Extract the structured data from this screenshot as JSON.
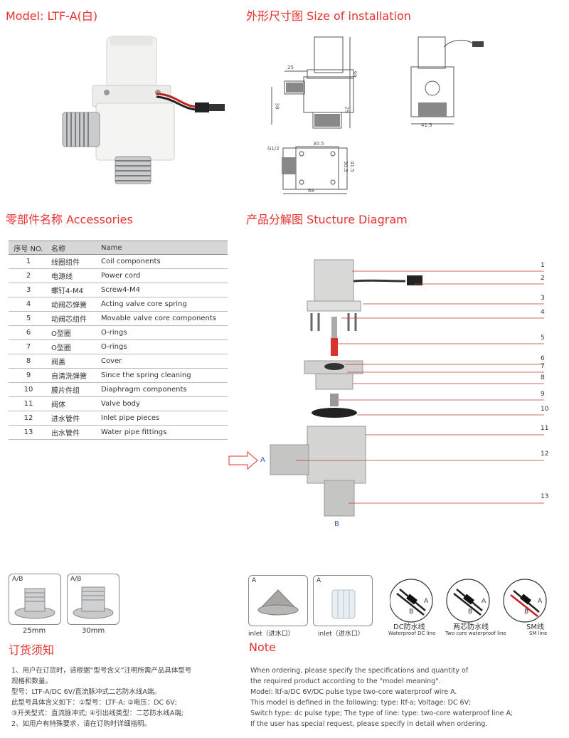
{
  "header": {
    "model": "Model: LTF-A(白)",
    "size_title": "外形尺寸图 Size of installation"
  },
  "dimensions": {
    "d25": "25",
    "d99": "99",
    "d38": "38",
    "d25b": "25",
    "d41_5": "41.5",
    "g12": "G1/2",
    "d30_5": "30.5",
    "d30_5v": "30.5",
    "d41_5v": "41.5",
    "d68": "68"
  },
  "accessories": {
    "title": "零部件名称 Accessories",
    "headers": [
      "序号 NO.",
      "名称",
      "Name"
    ],
    "rows": [
      [
        "1",
        "线圈组件",
        "Coil components"
      ],
      [
        "2",
        "电源线",
        "Power cord"
      ],
      [
        "3",
        "螺钉4-M4",
        "Screw4-M4"
      ],
      [
        "4",
        "动阀芯弹簧",
        "Acting valve core spring"
      ],
      [
        "5",
        "动阀芯组件",
        "Movable valve core components"
      ],
      [
        "6",
        "O型圈",
        "O-rings"
      ],
      [
        "7",
        "O型圈",
        "O-rings"
      ],
      [
        "8",
        "阀盖",
        "Cover"
      ],
      [
        "9",
        "自清洗弹簧",
        "Since the spring cleaning"
      ],
      [
        "10",
        "膜片件组",
        "Diaphragm components"
      ],
      [
        "11",
        "阀体",
        "Valve body"
      ],
      [
        "12",
        "进水管件",
        "Inlet pipe pieces"
      ],
      [
        "13",
        "出水管件",
        "Water pipe fittings"
      ]
    ]
  },
  "structure": {
    "title": "产品分解图 Stucture Diagram",
    "labels": [
      "1",
      "2",
      "3",
      "4",
      "5",
      "6",
      "7",
      "8",
      "9",
      "10",
      "11",
      "12",
      "13"
    ],
    "inlet_letter": "A",
    "outlet_letter": "B"
  },
  "fittings": {
    "tag1": "A/B",
    "tag2": "A/B",
    "size1": "25mm",
    "size2": "30mm"
  },
  "filters": {
    "tag1": "A",
    "tag2": "A",
    "label1": "inlet（进水口）",
    "label2": "inlet（进水口）"
  },
  "wires": {
    "w1_cn": "DC防水线",
    "w1_en": "Waterproof DC line",
    "w2_cn": "两芯防水线",
    "w2_en": "Two core waterproof line",
    "w3_cn": "SM线",
    "w3_en": "SM line",
    "letter_a": "A",
    "letter_b": "B"
  },
  "order_notes": {
    "title": "订货须知",
    "lines": [
      "1、用户在订货时，请根据“型号含义”注明所需产品具体型号",
      "规格和数量。",
      " 型号：LTF-A/DC 6V/直流脉冲式二芯防水线A端。",
      " 此型号具体含义如下：①型号：LTF-A; ②电压：DC 6V;",
      " ③开关型式：直流脉冲式; ④引出线类型：二芯防水线A端;",
      "2、如用户有特殊要求，请在订购时详细指明。"
    ]
  },
  "note": {
    "title": "Note",
    "lines": [
      "When ordering, please specify the specifications and quantity of",
      "the required product according to the \"model meaning\".",
      "Model: ltf-a/DC 6V/DC pulse type two-core waterproof wire A.",
      "This model is defined in the following: type: ltf-a; Voltage: DC 6V;",
      "Switch type: dc pulse type; The type of line: type: two-core waterproof line A;",
      "If the user has special request, please specify in detail when ordering."
    ]
  },
  "colors": {
    "accent": "#e8322e"
  }
}
